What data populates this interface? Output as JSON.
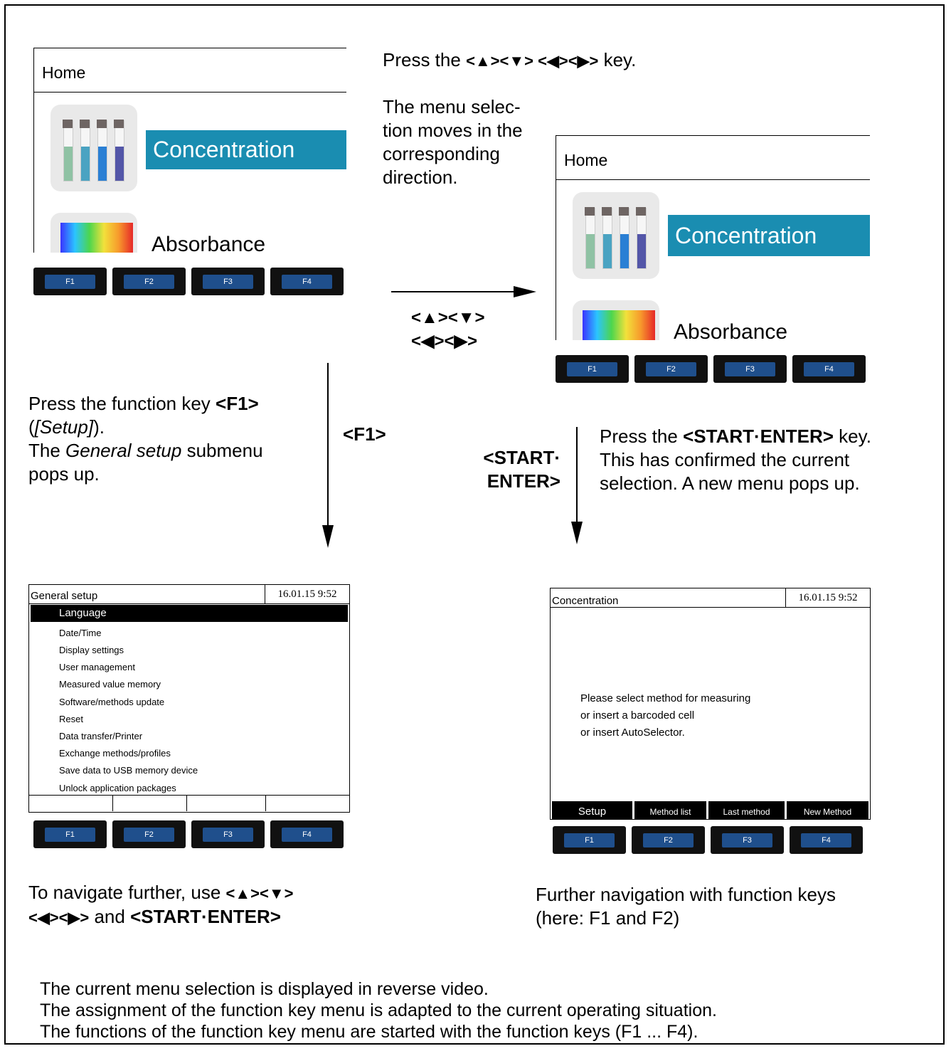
{
  "home_screen": {
    "title": "Home",
    "selected_item": "Concentration",
    "next_item": "Absorbance"
  },
  "function_keys": [
    "F1",
    "F2",
    "F3",
    "F4"
  ],
  "captions": {
    "press_arrows_pre": "Press the ",
    "arrow_keys": "<▲><▼> <◀><▶>",
    "press_arrows_post": " key.",
    "moves_1": "The menu selec-",
    "moves_2": "tion moves in the",
    "moves_3": "corresponding",
    "moves_4": "direction.",
    "arrow_label_1": "<▲><▼>",
    "arrow_label_2": "<◀><▶>",
    "f1_pre": "Press the function key ",
    "f1_key": "<F1>",
    "f1_setup_open": "(",
    "f1_setup": "[Setup]",
    "f1_setup_close": ").",
    "f1_line3_pre": "The ",
    "f1_general": "General setup",
    "f1_line3_post": " submenu",
    "f1_line4": "pops up.",
    "f1_label": "<F1>",
    "start_label_1": "<START·",
    "start_label_2": "ENTER>",
    "start_pre": "Press the ",
    "start_key": "<START·ENTER>",
    "start_post": " key.",
    "start_line2": "This has confirmed the current",
    "start_line3": "selection. A new menu pops up.",
    "nav_pre": "To navigate further, use ",
    "nav_keys1": "<▲><▼>",
    "nav_keys2": "<◀><▶>",
    "nav_and": " and ",
    "nav_start": "<START·ENTER>",
    "further_1": "Further navigation with function keys",
    "further_2": "(here: F1 and F2)"
  },
  "general_setup": {
    "title": "General setup",
    "datetime": "16.01.15  9:52",
    "items": [
      "Language",
      "Date/Time",
      "Display settings",
      "User management",
      "Measured value memory",
      "Software/methods update",
      "Reset",
      "Data transfer/Printer",
      "Exchange methods/profiles",
      "Save data to USB memory device",
      "Unlock application packages"
    ]
  },
  "concentration_screen": {
    "title": "Concentration",
    "datetime": "16.01.15  9:52",
    "message": [
      "Please select method for measuring",
      "or insert a barcoded cell",
      "or insert AutoSelector."
    ],
    "softkeys": [
      "Setup",
      "Method list",
      "Last method",
      "New Method"
    ]
  },
  "notes": [
    "The current menu selection is displayed in reverse video.",
    "The assignment of the function key menu is adapted to the current operating situation.",
    "The functions of the function key menu are started with the function keys (F1 ... F4)."
  ]
}
